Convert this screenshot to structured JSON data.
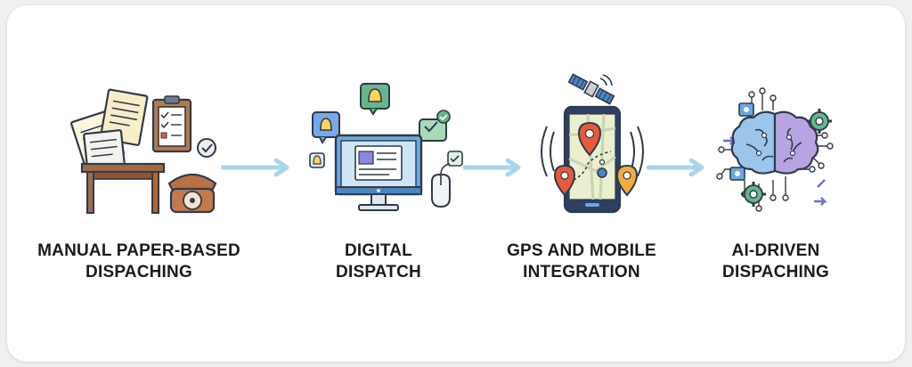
{
  "stages": [
    {
      "line1": "MANUAL PAPER-BASED",
      "line2": "DISPACHING",
      "icon": "paper-desk-phone-icon"
    },
    {
      "line1": "DIGITAL",
      "line2": "DISPATCH",
      "icon": "computer-notifications-icon"
    },
    {
      "line1": "GPS AND MOBILE",
      "line2": "INTEGRATION",
      "icon": "smartphone-map-icon"
    },
    {
      "line1": "AI-DRIVEN",
      "line2": "DISPACHING",
      "icon": "ai-brain-circuit-icon"
    }
  ],
  "colors": {
    "arrow": "#a9d6ee",
    "outline": "#2f3a4a",
    "wood": "#a8693e",
    "screen": "#6aa8e0",
    "pin_red": "#e8583b",
    "pin_yellow": "#f0ad3b",
    "brain_blue": "#9cc5ec",
    "brain_purple": "#b8a4e3",
    "green": "#67b58a"
  }
}
